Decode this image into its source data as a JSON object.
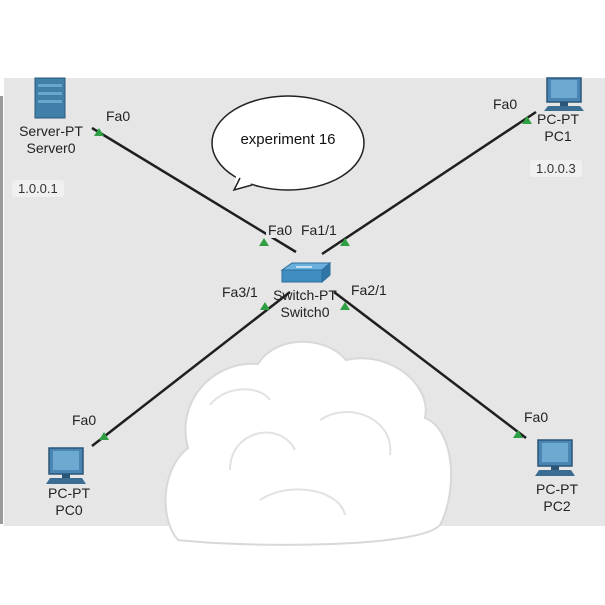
{
  "note": "experiment 16",
  "devices": {
    "server0": {
      "type": "Server-PT",
      "name": "Server0",
      "ip": "1.0.0.1"
    },
    "pc1": {
      "type": "PC-PT",
      "name": "PC1",
      "ip": "1.0.0.3"
    },
    "switch0": {
      "type": "Switch-PT",
      "name": "Switch0"
    },
    "pc0": {
      "type": "PC-PT",
      "name": "PC0"
    },
    "pc2": {
      "type": "PC-PT",
      "name": "PC2"
    }
  },
  "ports": {
    "server_fa0": "Fa0",
    "pc1_fa0": "Fa0",
    "switch_fa0": "Fa0",
    "switch_fa1_1": "Fa1/1",
    "switch_fa3_1": "Fa3/1",
    "switch_fa2_1": "Fa2/1",
    "pc0_fa0": "Fa0",
    "pc2_fa0": "Fa0"
  },
  "link_color": "#1f1f1f",
  "link_status_color": "#2ea043"
}
